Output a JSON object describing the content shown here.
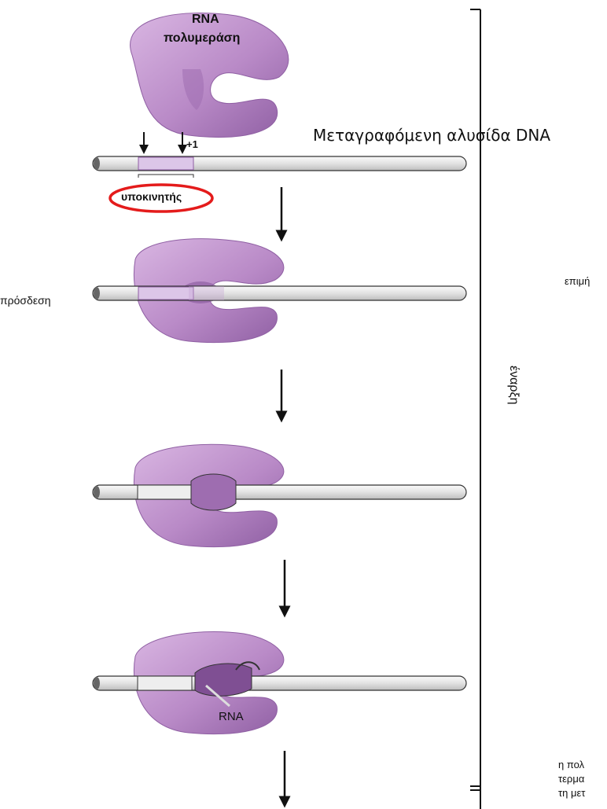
{
  "colors": {
    "polymerase": "#b98ac7",
    "polymerase_dark": "#8f5fa3",
    "dna": "#eeeeee",
    "dna_outline": "#333333",
    "promoter": "#dcc6e8",
    "highlight_ring": "#e41b1b"
  },
  "labels": {
    "rna_polymerase_line1": "RNA",
    "rna_polymerase_line2": "πολυμεράση",
    "template_strand": "Μεταγραφόμενη αλυσίδα DNA",
    "plus_one": "+1",
    "promoter": "υποκινητής",
    "binding": "πρόσδεση",
    "initiation": "έναρξη",
    "elongation_partial": "επιμή",
    "rna": "RNA",
    "note_line1": "η πολ",
    "note_line2": "τερμα",
    "note_line3": "τη μετ"
  }
}
